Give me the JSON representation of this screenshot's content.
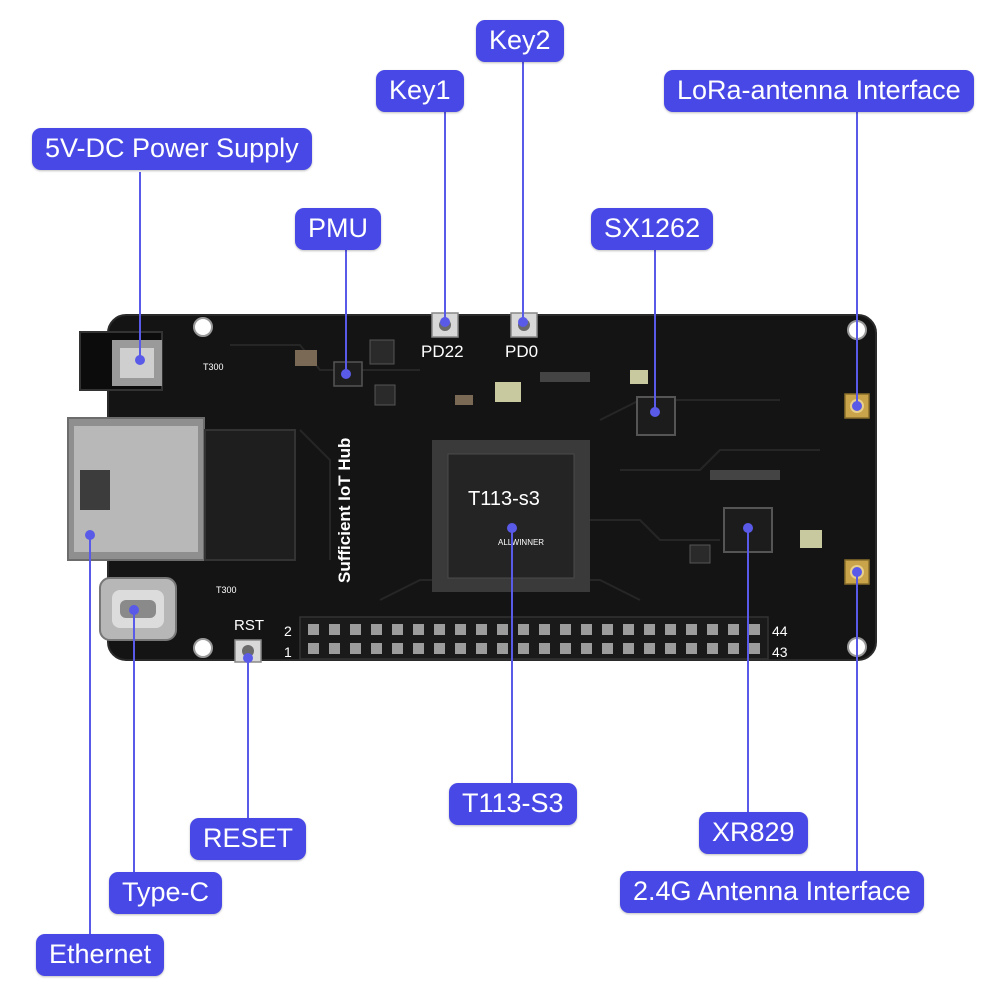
{
  "colors": {
    "callout_bg": "#4848e6",
    "callout_text": "#ffffff",
    "pcb": "#141414",
    "leader": "#5a5ae8"
  },
  "callouts": {
    "key2": "Key2",
    "key1": "Key1",
    "lora_antenna": "LoRa-antenna Interface",
    "power_supply": "5V-DC Power Supply",
    "pmu": "PMU",
    "sx1262": "SX1262",
    "t113": "T113-S3",
    "xr829": "XR829",
    "reset": "RESET",
    "type_c": "Type-C",
    "antenna_24g": "2.4G Antenna Interface",
    "ethernet": "Ethernet"
  },
  "board": {
    "brand": "Sufficient IoT Hub",
    "chip_marking": "T113-s3",
    "chip_vendor": "ALLWINNER",
    "pd22": "PD22",
    "pd0": "PD0",
    "rst": "RST",
    "pin_2": "2",
    "pin_1": "1",
    "pin_44": "44",
    "pin_43": "43",
    "t300_top": "T300",
    "t300_bottom": "T300"
  },
  "icons": [
    "power-jack-icon",
    "ethernet-port-icon",
    "usb-c-port-icon",
    "tactile-button-icon",
    "antenna-connector-icon"
  ]
}
